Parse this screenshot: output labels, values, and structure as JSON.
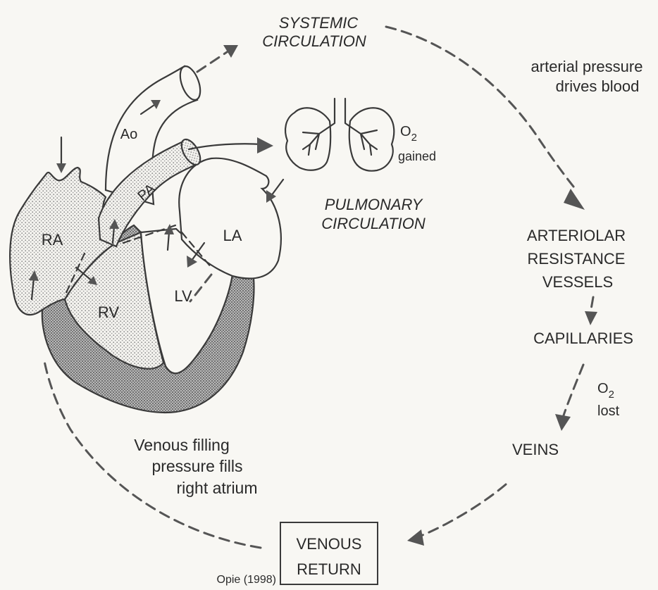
{
  "labels": {
    "systemic_line1": "SYSTEMIC",
    "systemic_line2": "CIRCULATION",
    "arterial_line1": "arterial pressure",
    "arterial_line2": "drives blood",
    "o2_gained_symbol": "O",
    "o2_gained_sub": "2",
    "o2_gained_word": "gained",
    "pulmonary_line1": "PULMONARY",
    "pulmonary_line2": "CIRCULATION",
    "arteriolar_line1": "ARTERIOLAR",
    "arteriolar_line2": "RESISTANCE",
    "arteriolar_line3": "VESSELS",
    "capillaries": "CAPILLARIES",
    "o2_lost_symbol": "O",
    "o2_lost_sub": "2",
    "o2_lost_word": "lost",
    "veins": "VEINS",
    "venous_filling_line1": "Venous filling",
    "venous_filling_line2": "pressure fills",
    "venous_filling_line3": "right atrium",
    "venous_return_line1": "VENOUS",
    "venous_return_line2": "RETURN",
    "citation": "Opie (1998)"
  },
  "heart_labels": {
    "ao": "Ao",
    "pa": "PA",
    "ra": "RA",
    "rv": "RV",
    "lv": "LV",
    "la": "LA"
  },
  "colors": {
    "ink": "#3a3a3a",
    "paper": "#f8f7f3",
    "stipple": "#c9c9c9",
    "myocardium": "#9a9a9a"
  }
}
